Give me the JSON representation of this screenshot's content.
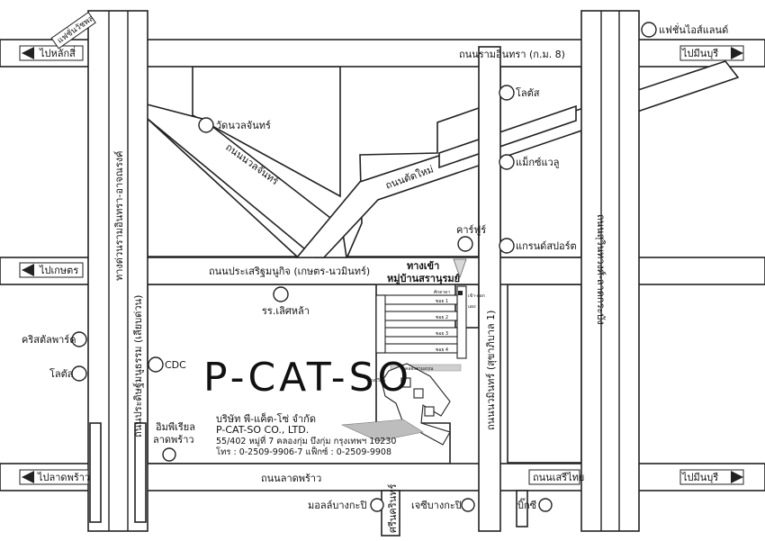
{
  "roads": {
    "top": "ถนนรามอินทรา (ก.ม. 8)",
    "nawong": "ถนนนวลจันทร์",
    "new_road": "ถนนตัดใหม่",
    "prasert": "ถนนประเสริฐมนูกิจ (เกษตร-นวมินทร์)",
    "ladprao": "ถนนลาดพร้าว",
    "serithai": "ถนนเสรีไทย",
    "left_vertical": "ถนนประดิษฐ์มนูธรรม (เลียบด่วน)",
    "left_expressway": "ทางด่วนรามอินทรา-อาจณรงค์",
    "nawamin": "ถนนนวมินทร์ (สุขาภิบาล 1)",
    "right_vertical": "ถนนสุวินทวงศ์-ลาดกระบัง",
    "srinakarin": "ศรีนครินทร์"
  },
  "arrows": {
    "laksi": "ไปหลักสี่",
    "minburi_top": "ไปมีนบุรี",
    "kaset": "ไปเกษตร",
    "ladprao": "ไปลาดพร้าว",
    "minburi_bottom": "ไปมีนบุรี"
  },
  "landmarks": {
    "top_left_sign": "แฟชั่นวัชพล",
    "fashion_island": "แฟชั่นไอส์แลนด์",
    "wat": "วัดนวลจันทร์",
    "lotus_top": "โลตัส",
    "makro": "แม็กซ์แวลู",
    "carrefour": "คาร์ฟูร์",
    "grand_sport": "แกรนด์สปอร์ต",
    "school": "รร.เลิศหล้า",
    "crystal": "คริสตัลพาร์ค",
    "lotus_left": "โลตัส",
    "cdc": "CDC",
    "imperial_1": "อิมพีเรียล",
    "imperial_2": "ลาดพร้าว",
    "mall": "มอลล์บางกะปิ",
    "jusco": "เจซีบางกะปิ",
    "big_c": "บิ๊กซี"
  },
  "entrance": {
    "line1": "ทางเข้า",
    "line2": "หมู่บ้านสรานุรมย์"
  },
  "village": {
    "soi_entrance": "ศักดาดา",
    "soi1": "ซอย 1",
    "soi2": "ซอย 2",
    "soi3": "ซอย 3",
    "soi4": "ซอย 4",
    "canal": "คลองสามอรุณ",
    "roundabout": "วงเวียน",
    "side_label": "เข้า-ออก",
    "side_label2": "แผง"
  },
  "company": {
    "logo": "P-CAT-SO",
    "name_th": "บริษัท พี-แค็ต-โซ่ จำกัด",
    "name_en": "P-CAT-SO  CO., LTD.",
    "address": "55/402 หมู่ที่ 7 คลองกุ่ม บึงกุ่ม กรุงเทพฯ 10230",
    "phone": "โทร : 0-2509-9906-7  แฟ็กซ์ : 0-2509-9908"
  },
  "colors": {
    "ink": "#222222",
    "background": "#ffffff"
  }
}
